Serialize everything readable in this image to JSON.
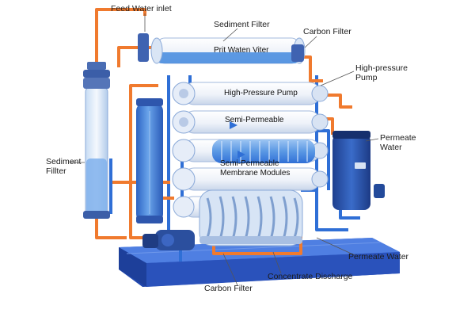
{
  "labels": {
    "feed_water_inlet": "Feed Water inlet",
    "sediment_filter_top": "Sediment Filter",
    "carbon_filter_top": "Carbon Filter",
    "high_pressure_pump_right": "High-pressure\nPump",
    "permeate_water_right": "Permeate\nWater",
    "sediment_filter_left": "Sediment\nFillter",
    "permeate_water_bottom": "Permeate Water",
    "concentrate_discharge": "Concentrate Discharge",
    "carbon_filter_bottom": "Carbon Filter"
  },
  "inline_text": {
    "top_vessel": "Prit Waten Viter",
    "hp_vessel": "High-Pressure Pump",
    "semi_vessel": "Semi-Permeable",
    "membrane_modules": "Semi-Permeable\nMembrane Modules"
  },
  "colors": {
    "pipe_orange": "#f07a2e",
    "pipe_blue": "#2f6fd6",
    "frame_blue": "#2a55c8",
    "vessel_white": "#eef2f9",
    "vessel_blue": "#4d8fe0"
  }
}
